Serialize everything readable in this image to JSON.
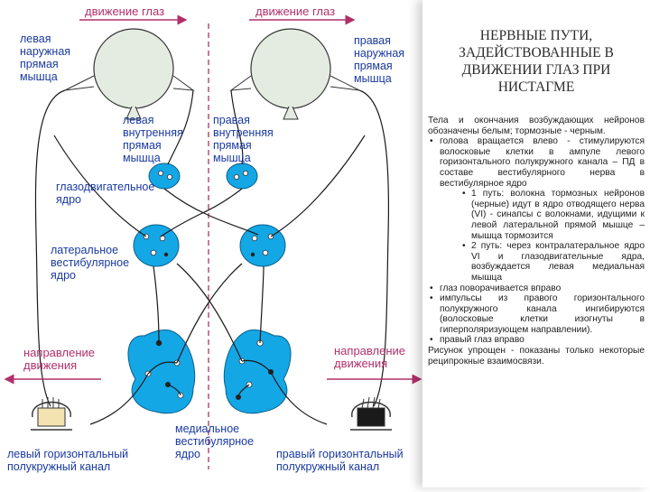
{
  "diagram": {
    "labels": {
      "eye_movement_left": "движение глаз",
      "eye_movement_right": "движение глаз",
      "left_lateral_rectus": "левая\nнаружная\nпрямая\nмышца",
      "right_lateral_rectus": "правая\nнаружная\nпрямая\nмышца",
      "left_medial_rectus": "левая\nвнутренняя\nпрямая\nмышца",
      "right_medial_rectus": "правая\nвнутренняя\nпрямая\nмышца",
      "oculomotor_nucleus": "глазодвигательное\nядро",
      "lateral_vestibular_nucleus": "латеральное\nвестибулярное\nядро",
      "direction_left": "направление\nдвижения",
      "direction_right": "направление\nдвижения",
      "medial_vestibular_nucleus": "медиальное\nвестибулярное\nядро",
      "left_canal": "левый горизонтальный\nполукружный канал",
      "right_canal": "правый горизонтальный\nполукружный канал"
    },
    "colors": {
      "nucleus_fill": "#14a7e6",
      "eye_fill": "#e4ece2",
      "label_text": "#1a3aa0",
      "direction_arrow": "#b0306a",
      "midline": "#b0306a"
    }
  },
  "panel": {
    "title": "НЕРВНЫЕ ПУТИ, ЗАДЕЙСТВОВАННЫЕ В ДВИЖЕНИИ ГЛАЗ ПРИ НИСТАГМЕ",
    "intro": "Тела и окончания возбуждающих нейронов обозначены белым; тормозные - черным.",
    "bullet1": "голова вращается влево - стимулируются волосковые клетки в ампуле левого горизонтального полукружного канала – ПД в составе вестибулярного нерва в вестибулярное ядро",
    "sub1": "1 путь: волокна тормозных нейронов (черные) идут в ядро отводящего нерва (VI) - синапсы с волокнами, идущими к левой латеральной прямой мышце – мышца тормозится",
    "sub2": "2 путь: через контралатеральное ядро VI и глазодвигательные ядра, возбуждается левая медиальная мышца",
    "bullet2": "глаз поворачивается вправо",
    "bullet3": "импульсы из правого горизонтального полукружного канала ингибируются (волосковые клетки изогнуты в гиперполяризующем направлении).",
    "bullet4": "правый глаз вправо",
    "outro": "Рисунок упрощен - показаны только некоторые реципрокные взаимосвязи."
  }
}
